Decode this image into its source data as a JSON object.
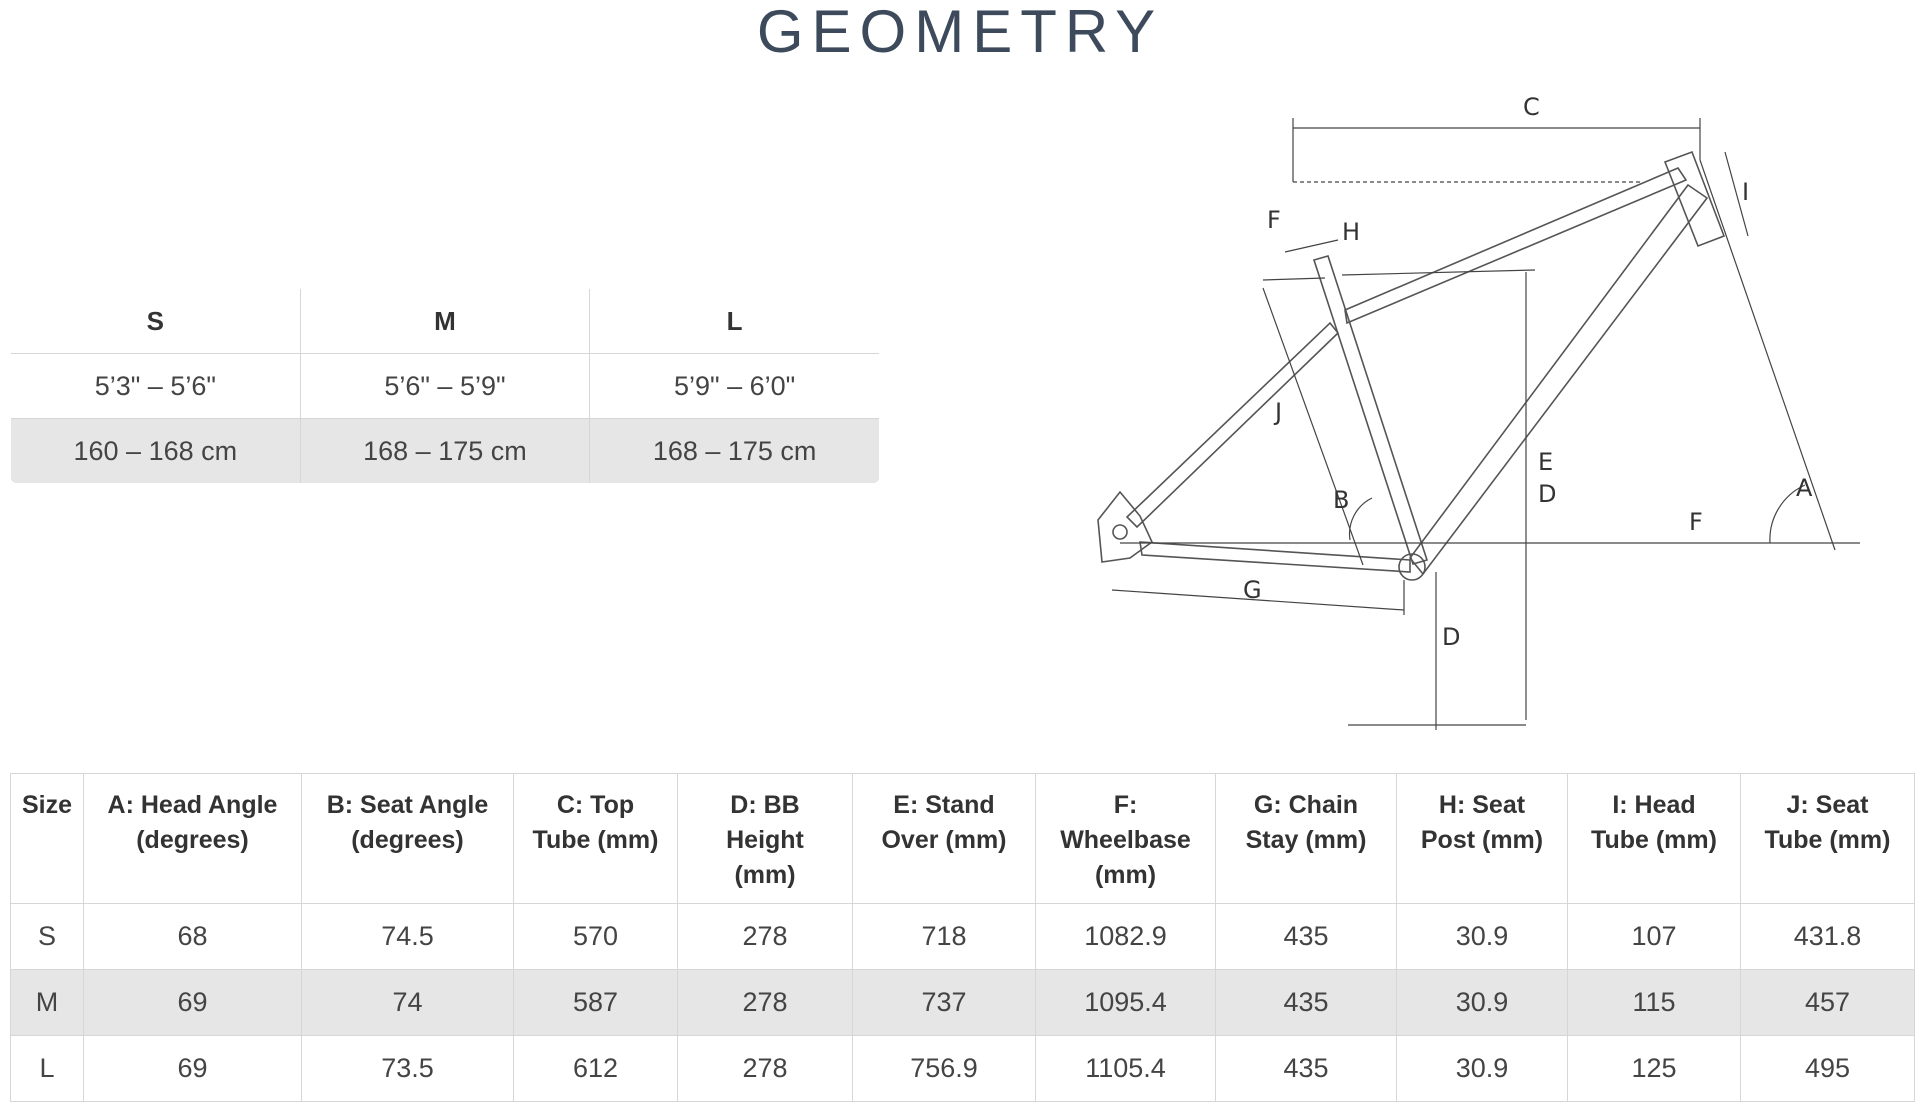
{
  "title": "GEOMETRY",
  "size_table": {
    "headers": [
      "S",
      "M",
      "L"
    ],
    "rows": [
      [
        "5’3\" – 5’6\"",
        "5’6\" – 5’9\"",
        "5’9\" – 6’0\""
      ],
      [
        "160 – 168 cm",
        "168 – 175 cm",
        "168 – 175 cm"
      ]
    ]
  },
  "diagram": {
    "labels": {
      "C": "C",
      "F": "F",
      "H": "H",
      "I": "I",
      "J": "J",
      "B": "B",
      "E": "E",
      "D": "D",
      "A": "A",
      "G": "G"
    }
  },
  "geometry_table": {
    "headers": [
      [
        "Size"
      ],
      [
        "A: Head Angle",
        "(degrees)"
      ],
      [
        "B: Seat Angle",
        "(degrees)"
      ],
      [
        "C: Top",
        "Tube (mm)"
      ],
      [
        "D: BB",
        "Height",
        "(mm)"
      ],
      [
        "E: Stand",
        "Over (mm)"
      ],
      [
        "F:",
        "Wheelbase",
        "(mm)"
      ],
      [
        "G: Chain",
        "Stay (mm)"
      ],
      [
        "H: Seat",
        "Post (mm)"
      ],
      [
        "I: Head",
        "Tube (mm)"
      ],
      [
        "J: Seat",
        "Tube (mm)"
      ]
    ],
    "rows": [
      [
        "S",
        "68",
        "74.5",
        "570",
        "278",
        "718",
        "1082.9",
        "435",
        "30.9",
        "107",
        "431.8"
      ],
      [
        "M",
        "69",
        "74",
        "587",
        "278",
        "737",
        "1095.4",
        "435",
        "30.9",
        "115",
        "457"
      ],
      [
        "L",
        "69",
        "73.5",
        "612",
        "278",
        "756.9",
        "1105.4",
        "435",
        "30.9",
        "125",
        "495"
      ]
    ]
  }
}
